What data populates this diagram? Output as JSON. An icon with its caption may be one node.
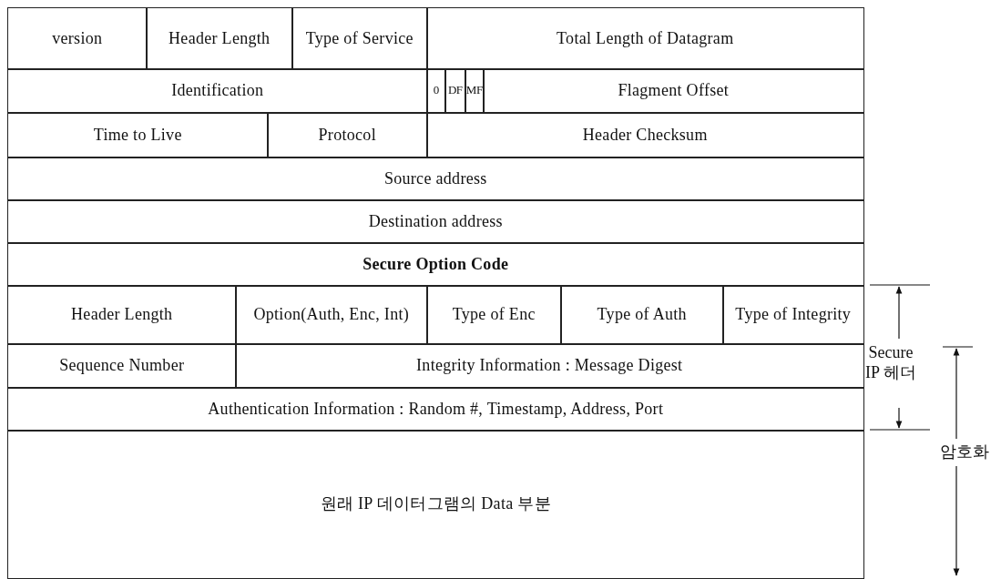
{
  "diagram": {
    "labels": [
      "version",
      "Header Length",
      "Type of Service",
      "Total Length of Datagram",
      "Identification",
      "0",
      "DF",
      "MF",
      "Flagment Offset",
      "Time to Live",
      "Protocol",
      "Header Checksum",
      "Source address",
      "Destination address",
      "Secure Option Code",
      "Header Length",
      "Option(Auth, Enc, Int)",
      "Type of Enc",
      "Type of Auth",
      "Type of Integrity",
      "Sequence Number",
      "Integrity Information : Message Digest",
      "Authentication Information : Random #, Timestamp, Address, Port",
      "원래 IP 데이터그램의 Data 부분",
      "Secure IP 헤더",
      "암호화"
    ]
  }
}
